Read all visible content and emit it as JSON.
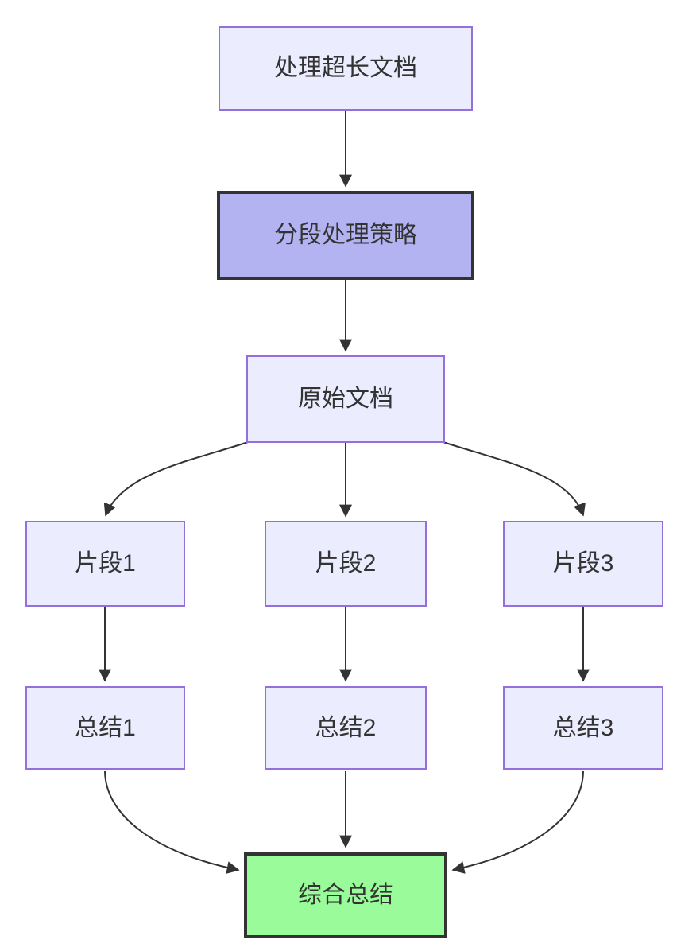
{
  "diagram": {
    "type": "flowchart",
    "direction": "top-down",
    "nodes": [
      {
        "id": "doc",
        "label": "处理超长文档",
        "style": "default"
      },
      {
        "id": "strategy",
        "label": "分段处理策略",
        "style": "highlight"
      },
      {
        "id": "original",
        "label": "原始文档",
        "style": "default"
      },
      {
        "id": "frag1",
        "label": "片段1",
        "style": "default"
      },
      {
        "id": "frag2",
        "label": "片段2",
        "style": "default"
      },
      {
        "id": "frag3",
        "label": "片段3",
        "style": "default"
      },
      {
        "id": "sum1",
        "label": "总结1",
        "style": "default"
      },
      {
        "id": "sum2",
        "label": "总结2",
        "style": "default"
      },
      {
        "id": "sum3",
        "label": "总结3",
        "style": "default"
      },
      {
        "id": "final",
        "label": "综合总结",
        "style": "final"
      }
    ],
    "edges": [
      {
        "from": "doc",
        "to": "strategy"
      },
      {
        "from": "strategy",
        "to": "original"
      },
      {
        "from": "original",
        "to": "frag1"
      },
      {
        "from": "original",
        "to": "frag2"
      },
      {
        "from": "original",
        "to": "frag3"
      },
      {
        "from": "frag1",
        "to": "sum1"
      },
      {
        "from": "frag2",
        "to": "sum2"
      },
      {
        "from": "frag3",
        "to": "sum3"
      },
      {
        "from": "sum1",
        "to": "final"
      },
      {
        "from": "sum2",
        "to": "final"
      },
      {
        "from": "sum3",
        "to": "final"
      }
    ],
    "colors": {
      "node_fill": "#ECECFF",
      "node_border": "#9370DB",
      "highlight_fill": "#B3B3F2",
      "highlight_border": "#333333",
      "final_fill": "#99FB99",
      "final_border": "#333333",
      "edge": "#333333",
      "text": "#333333"
    }
  }
}
